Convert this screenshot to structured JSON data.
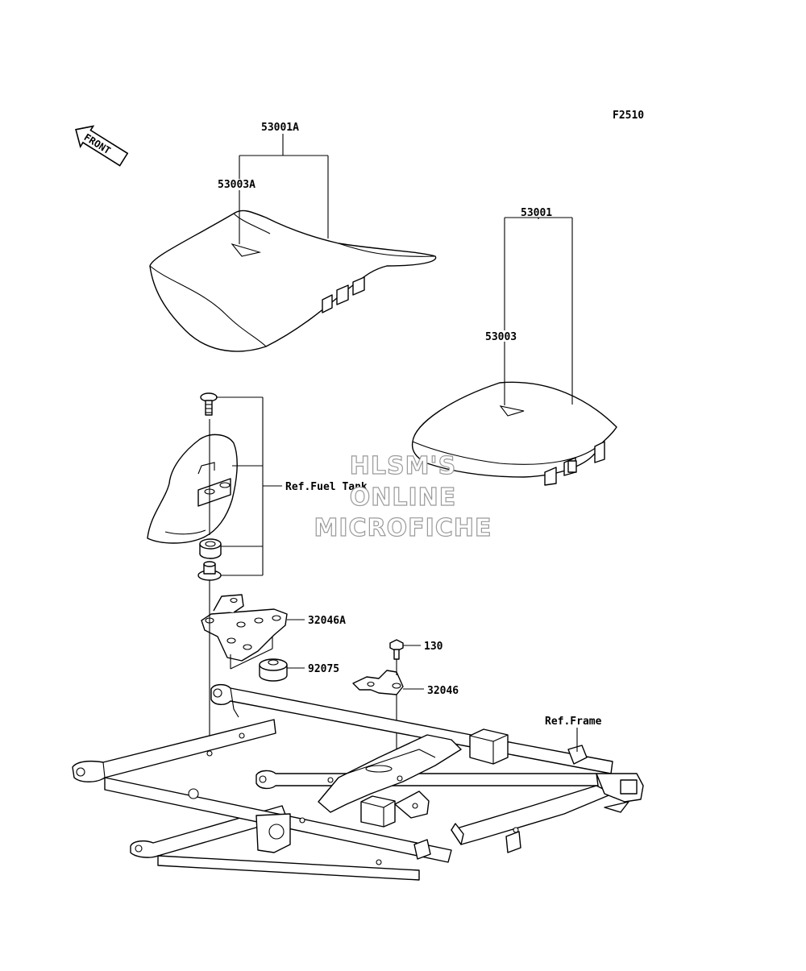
{
  "figure_code": "F2510",
  "front_arrow_label": "FRONT",
  "labels": {
    "seat_front_assy": "53001A",
    "seat_front_label": "53003A",
    "seat_rear_assy": "53001",
    "seat_rear_label": "53003",
    "fuel_tank_ref": "Ref.Fuel Tank",
    "bracket_front": "32046A",
    "damper": "92075",
    "bolt": "130",
    "bracket_rear": "32046",
    "frame_ref": "Ref.Frame"
  },
  "watermark": {
    "line1": "HLSM'S",
    "line2": "ONLINE",
    "line3": "MICROFICHE"
  }
}
